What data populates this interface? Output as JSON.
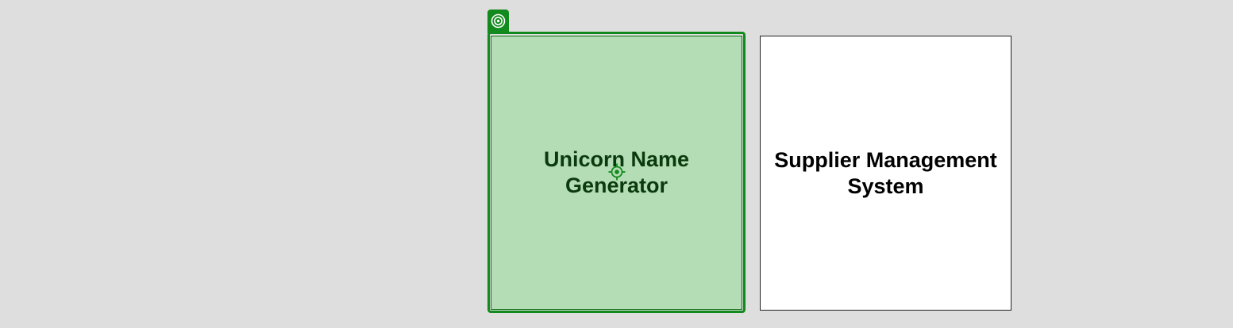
{
  "diagram": {
    "nodes": [
      {
        "label": "Unicorn Name Generator",
        "state": "selected",
        "fill": "#b4ddb5",
        "border": "#138a1d",
        "text_color": "#0b3a0e"
      },
      {
        "label": "Supplier Management System",
        "state": "normal",
        "fill": "#ffffff",
        "border": "#222222",
        "text_color": "#000000"
      }
    ],
    "selection_tab_icon": "target-icon",
    "center_handle_icon": "crosshair-icon",
    "accent": "#138a1d",
    "background": "#dedede"
  }
}
